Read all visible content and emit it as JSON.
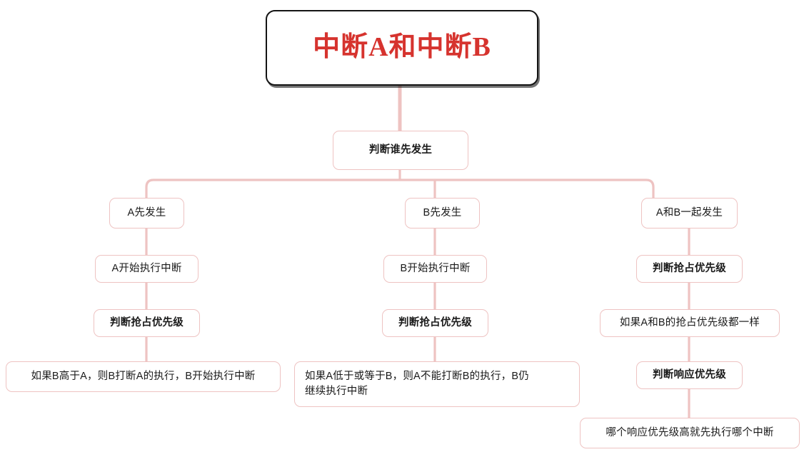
{
  "diagram": {
    "type": "mindmap-tree",
    "title": "中断A和中断B",
    "accent_color": "#d6332e",
    "node_border_color": "#eec3c2",
    "connector_color": "#eec3c2",
    "root_border_color": "#141414",
    "background_color": "#ffffff",
    "nodes": {
      "root": {
        "label": "中断A和中断B"
      },
      "level2": {
        "label": "判断谁先发生"
      },
      "branchA": {
        "n1": {
          "label": "A先发生"
        },
        "n2": {
          "label": "A开始执行中断"
        },
        "n3": {
          "label": "判断抢占优先级"
        },
        "n4": {
          "label": "如果B高于A，则B打断A的执行，B开始执行中断"
        }
      },
      "branchB": {
        "n1": {
          "label": "B先发生"
        },
        "n2": {
          "label": "B开始执行中断"
        },
        "n3": {
          "label": "判断抢占优先级"
        },
        "n4": {
          "label": "如果A低于或等于B，则A不能打断B的执行，B仍\n继续执行中断"
        }
      },
      "branchC": {
        "n1": {
          "label": "A和B一起发生"
        },
        "n2": {
          "label": "判断抢占优先级"
        },
        "n3": {
          "label": "如果A和B的抢占优先级都一样"
        },
        "n4": {
          "label": "判断响应优先级"
        },
        "n5": {
          "label": "哪个响应优先级高就先执行哪个中断"
        }
      }
    }
  }
}
